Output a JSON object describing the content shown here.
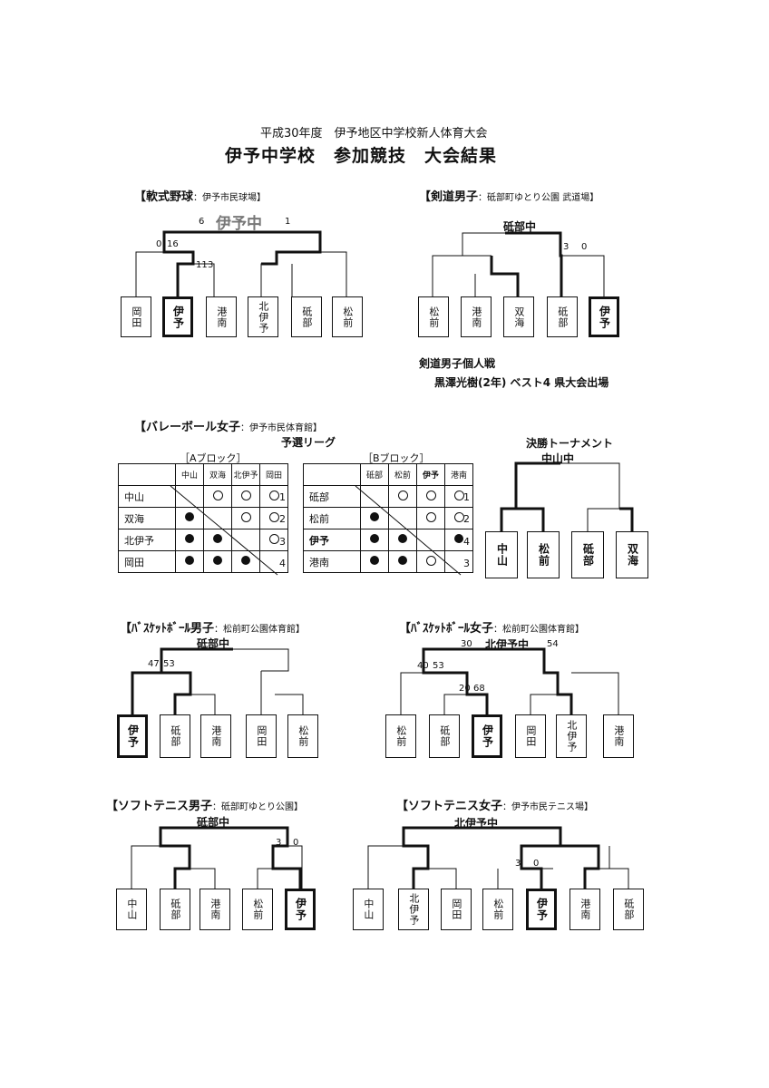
{
  "header": {
    "line1": "平成30年度　伊予地区中学校新人体育大会",
    "line2": "伊予中学校　参加競技　大会結果"
  },
  "baseball": {
    "title": "【軟式野球",
    "venue": "：伊予市民球場】",
    "winner": "伊予中",
    "s_final_l": "6",
    "s_final_r": "1",
    "s_semi_a": "0",
    "s_semi_b": "16",
    "s_qf_a": "11",
    "s_qf_b": "3",
    "teams": [
      "岡田",
      "伊予",
      "港南",
      "北伊予",
      "砥部",
      "松前"
    ]
  },
  "kendo": {
    "title": "【剣道男子",
    "venue": "：砥部町ゆとり公園 武道場】",
    "winner": "砥部中",
    "s_a": "3",
    "s_b": "0",
    "teams": [
      "松前",
      "港南",
      "双海",
      "砥部",
      "伊予"
    ],
    "ind_title": "剣道男子個人戦",
    "ind_result": "黒澤光樹(2年)  ベスト4  県大会出場"
  },
  "volley": {
    "title": "【バレーボール女子",
    "venue": "：伊予市民体育館】",
    "league": "予選リーグ",
    "final_title": "決勝トーナメント",
    "final_winner": "中山中",
    "final_teams": [
      "中山",
      "松前",
      "砥部",
      "双海"
    ],
    "blockA": {
      "label": "［Aブロック］",
      "cols": [
        "中山",
        "双海",
        "北伊予",
        "岡田"
      ],
      "rows": [
        "中山",
        "双海",
        "北伊予",
        "岡田"
      ],
      "ranks": [
        "1",
        "2",
        "3",
        "4"
      ]
    },
    "blockB": {
      "label": "［Bブロック］",
      "cols": [
        "砥部",
        "松前",
        "伊予",
        "港南"
      ],
      "rows": [
        "砥部",
        "松前",
        "伊予",
        "港南"
      ],
      "ranks": [
        "1",
        "2",
        "4",
        "3"
      ]
    }
  },
  "bb_boys": {
    "title": "【ﾊﾞｽｹｯﾄﾎﾞｰﾙ男子",
    "venue": "：松前町公園体育館】",
    "winner": "砥部中",
    "s_a": "47",
    "s_b": "53",
    "teams": [
      "伊予",
      "砥部",
      "港南",
      "岡田",
      "松前"
    ]
  },
  "bb_girls": {
    "title": "【ﾊﾞｽｹｯﾄﾎﾞｰﾙ女子",
    "venue": "：松前町公園体育館】",
    "winner": "北伊予中",
    "s_final_l": "30",
    "s_final_r": "54",
    "s_a": "40",
    "s_b": "53",
    "s_c": "20",
    "s_d": "68",
    "teams": [
      "松前",
      "砥部",
      "伊予",
      "岡田",
      "北伊予",
      "港南"
    ]
  },
  "st_boys": {
    "title": "【ソフトテニス男子",
    "venue": "：砥部町ゆとり公園】",
    "winner": "砥部中",
    "s_a": "3",
    "s_b": "0",
    "teams": [
      "中山",
      "砥部",
      "港南",
      "松前",
      "伊予"
    ]
  },
  "st_girls": {
    "title": "【ソフトテニス女子",
    "venue": "：伊予市民テニス場】",
    "winner": "北伊予中",
    "s_a": "3",
    "s_b": "0",
    "teams": [
      "中山",
      "北伊予",
      "岡田",
      "松前",
      "伊予",
      "港南",
      "砥部"
    ]
  }
}
